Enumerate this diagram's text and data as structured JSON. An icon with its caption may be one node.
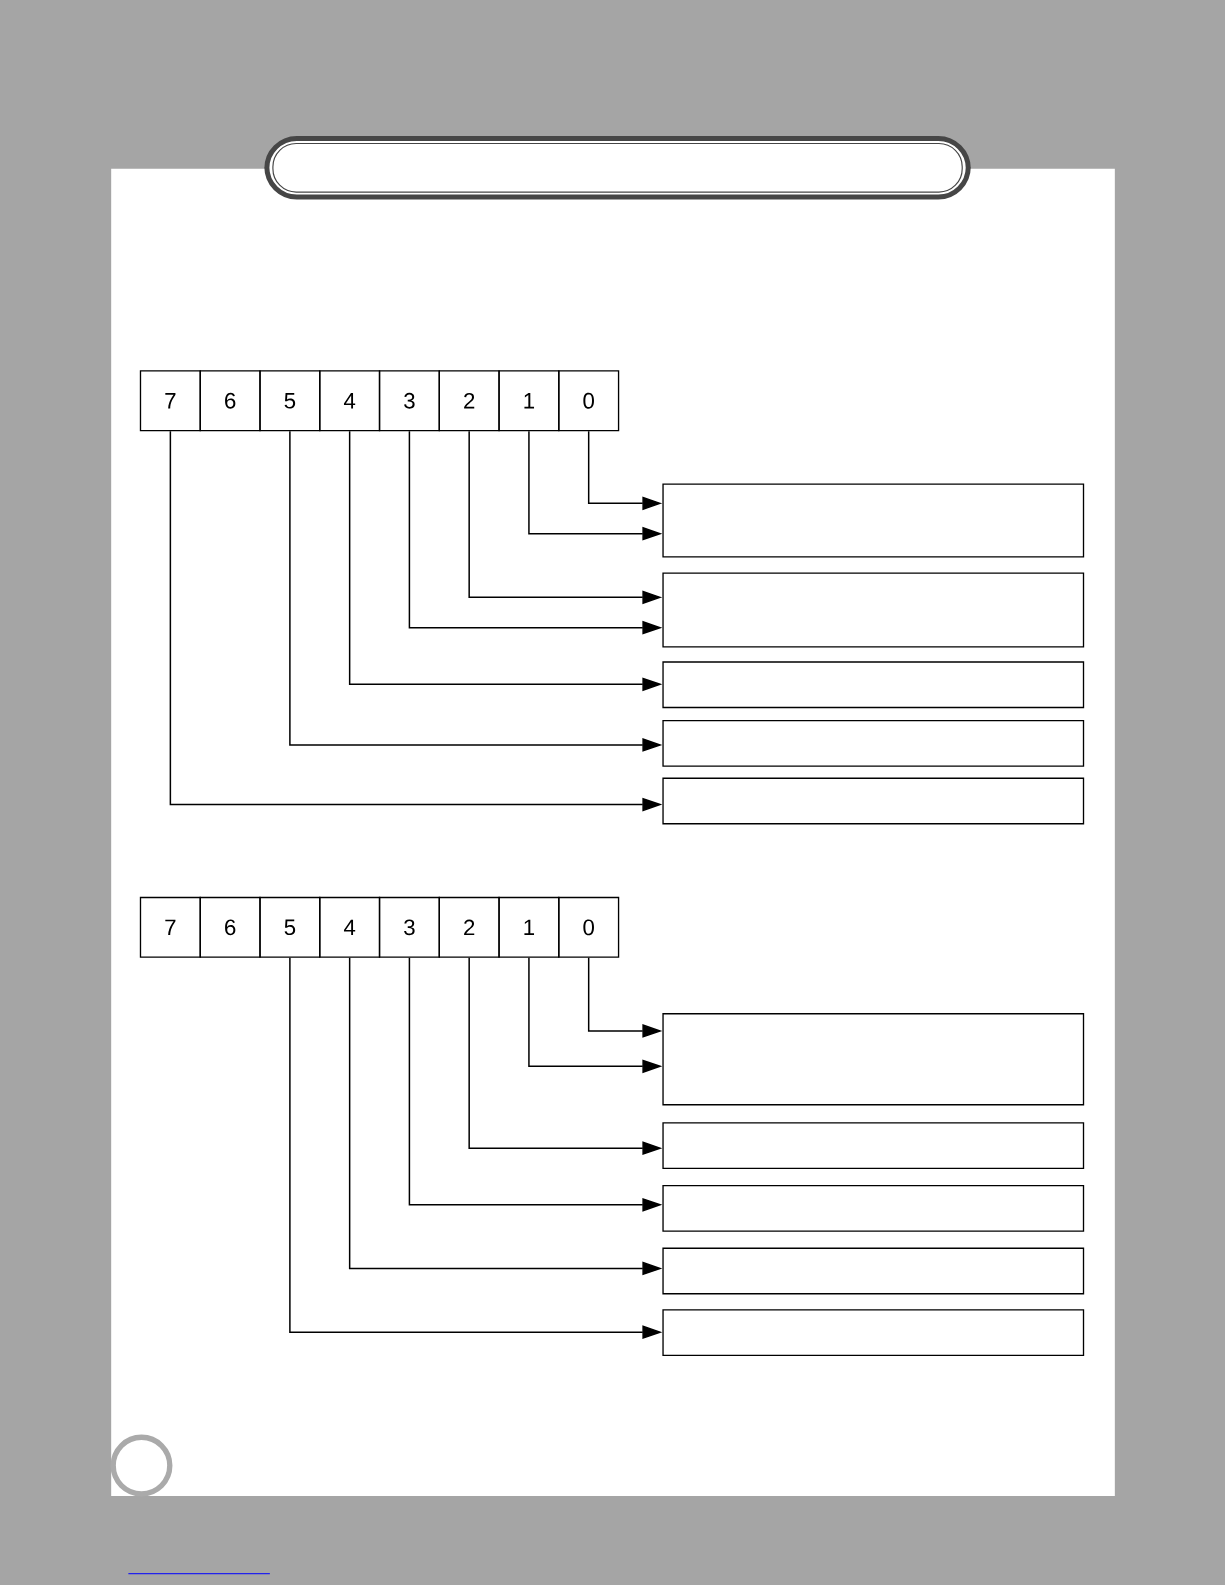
{
  "diagram": {
    "nodes": [
      {
        "text": [
          "7"
        ]
      },
      {
        "text": [
          "6"
        ]
      },
      {
        "text": [
          "5"
        ]
      },
      {
        "text": [
          "4"
        ]
      },
      {
        "text": [
          "3"
        ]
      },
      {
        "text": [
          "2"
        ]
      },
      {
        "text": [
          "1"
        ]
      },
      {
        "text": [
          "0"
        ]
      },
      {
        "text": [],
        "shape": "box"
      },
      {
        "text": [],
        "shape": "box"
      },
      {
        "text": [],
        "shape": "box"
      },
      {
        "text": [],
        "shape": "box"
      },
      {
        "text": [],
        "shape": "box"
      },
      {
        "text": [
          "7"
        ]
      },
      {
        "text": [
          "6"
        ]
      },
      {
        "text": [
          "5"
        ]
      },
      {
        "text": [
          "4"
        ]
      },
      {
        "text": [
          "3"
        ]
      },
      {
        "text": [
          "2"
        ]
      },
      {
        "text": [
          "1"
        ]
      },
      {
        "text": [
          "0"
        ]
      },
      {
        "text": [],
        "shape": "box"
      },
      {
        "text": [],
        "shape": "box"
      },
      {
        "text": [],
        "shape": "box"
      },
      {
        "text": [],
        "shape": "box"
      },
      {
        "text": [],
        "shape": "box"
      }
    ],
    "edges": [
      {
        "from": 7,
        "to": 8,
        "arrow": "to"
      },
      {
        "from": 6,
        "to": 8,
        "arrow": "to"
      },
      {
        "from": 5,
        "to": 9,
        "arrow": "to"
      },
      {
        "from": 4,
        "to": 9,
        "arrow": "to"
      },
      {
        "from": 3,
        "to": 10,
        "arrow": "to"
      },
      {
        "from": 2,
        "to": 11,
        "arrow": "to"
      },
      {
        "from": 0,
        "to": 12,
        "arrow": "to"
      },
      {
        "from": 20,
        "to": 21,
        "arrow": "to"
      },
      {
        "from": 19,
        "to": 21,
        "arrow": "to"
      },
      {
        "from": 18,
        "to": 22,
        "arrow": "to"
      },
      {
        "from": 17,
        "to": 23,
        "arrow": "to"
      },
      {
        "from": 16,
        "to": 24,
        "arrow": "to"
      },
      {
        "from": 15,
        "to": 25,
        "arrow": "to"
      }
    ]
  }
}
